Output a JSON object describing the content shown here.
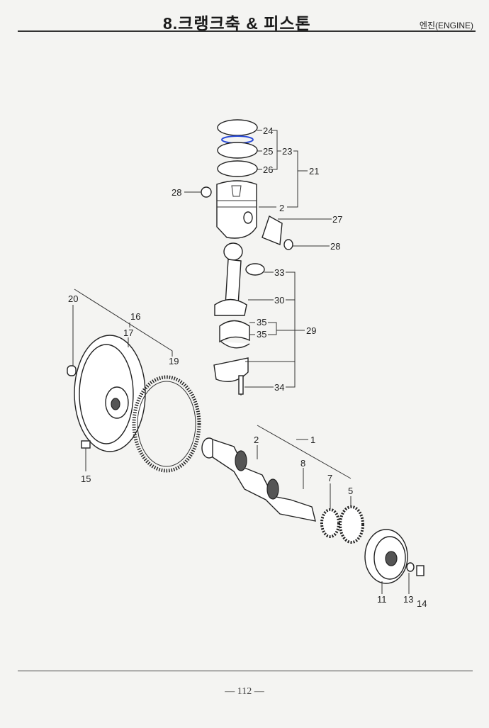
{
  "header": {
    "title": "8.크랭크축 & 피스톤",
    "section": "엔진(ENGINE)"
  },
  "diagram": {
    "callouts": {
      "c24": "24",
      "c25": "25",
      "c23": "23",
      "c26": "26",
      "c21": "21",
      "c28a": "28",
      "c2a": "2",
      "c27": "27",
      "c28b": "28",
      "c33": "33",
      "c30": "30",
      "c35a": "35",
      "c35b": "35",
      "c29": "29",
      "c34": "34",
      "c20": "20",
      "c16": "16",
      "c17": "17",
      "c19": "19",
      "c15": "15",
      "c1": "1",
      "c2b": "2",
      "c8": "8",
      "c7": "7",
      "c5": "5",
      "c11": "11",
      "c13": "13",
      "c14": "14"
    }
  },
  "footer": {
    "page": "— 112 —"
  }
}
